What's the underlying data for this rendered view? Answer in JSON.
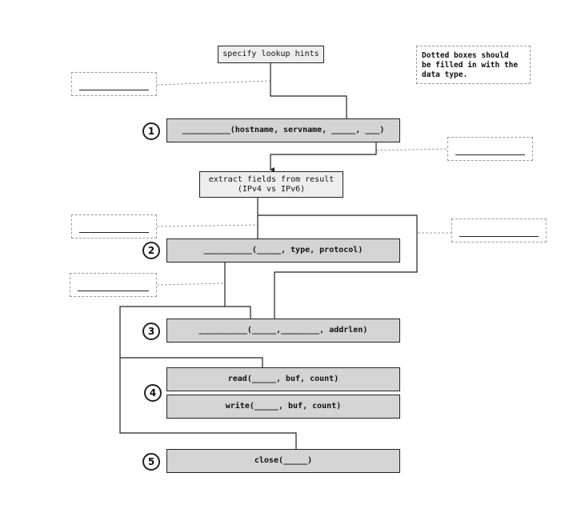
{
  "hints_box": "specify lookup hints",
  "note": "Dotted boxes should\nbe filled in with the\ndata type.",
  "extract_box": "extract fields from result\n(IPv4 vs IPv6)",
  "steps": {
    "s1": {
      "number": "1",
      "call": "__________(hostname, servname, _____, ___)"
    },
    "s2": {
      "number": "2",
      "call": "__________(_____, type, protocol)"
    },
    "s3": {
      "number": "3",
      "call": "__________(_____,________, addrlen)"
    },
    "s4": {
      "number": "4",
      "read": "read(_____, buf, count)",
      "write": "write(_____, buf, count)"
    },
    "s5": {
      "number": "5",
      "call": "close(_____)"
    }
  }
}
